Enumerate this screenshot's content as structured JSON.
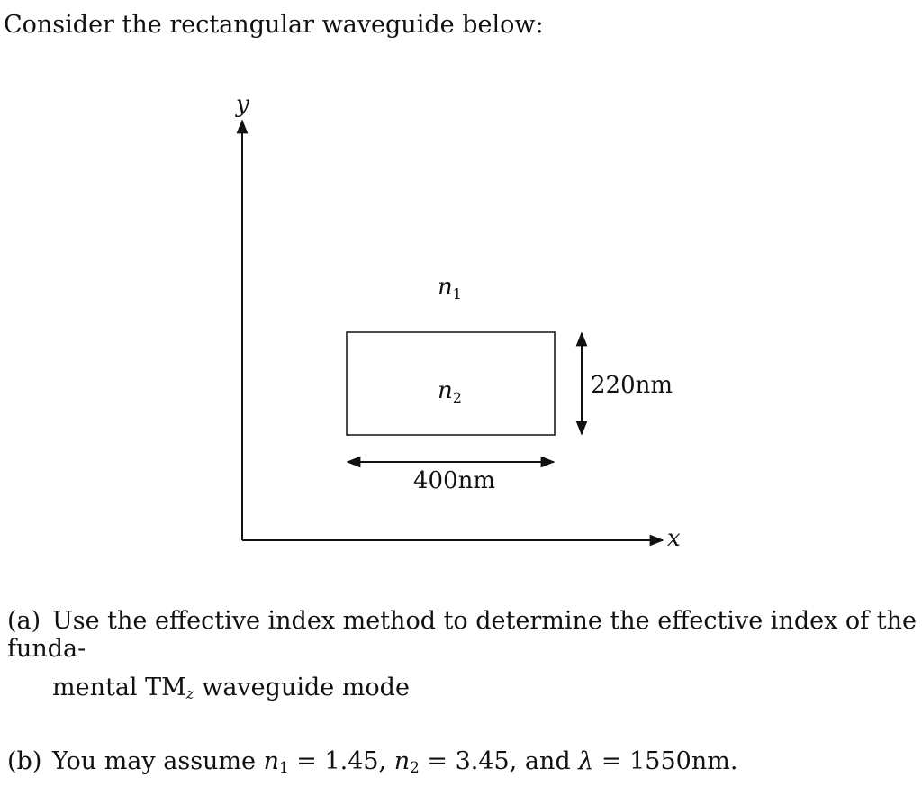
{
  "intro": "Consider the rectangular waveguide below:",
  "figure": {
    "axis_y_label": "y",
    "axis_x_label": "x",
    "cladding_label": "n",
    "cladding_sub": "1",
    "core_label": "n",
    "core_sub": "2",
    "height_label": "220nm",
    "width_label": "400nm"
  },
  "part_a": {
    "label": "(a)",
    "line1": "Use the effective index method to determine the effective index of the funda-",
    "line2_pre": "mental TM",
    "line2_sub": "z",
    "line2_post": " waveguide mode"
  },
  "part_b": {
    "label": "(b)",
    "text_pre": "You may assume ",
    "n1": "n",
    "n1_sub": "1",
    "n1_val": " = 1.45, ",
    "n2": "n",
    "n2_sub": "2",
    "n2_val": " = 3.45, and ",
    "lambda": "λ",
    "lambda_val": " = 1550nm."
  }
}
